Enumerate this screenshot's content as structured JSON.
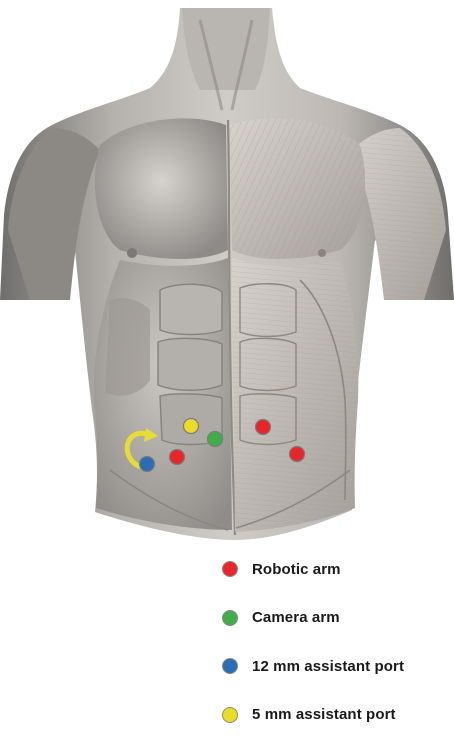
{
  "colors": {
    "robotic": "#e8262a",
    "camera": "#3fae48",
    "assistant12": "#2a6db5",
    "assistant5": "#ecdc25"
  },
  "ports": [
    {
      "type": "robotic",
      "name": "robotic-port-right"
    },
    {
      "type": "robotic",
      "name": "robotic-port-left-upper"
    },
    {
      "type": "robotic",
      "name": "robotic-port-left-lower"
    },
    {
      "type": "camera",
      "name": "camera-port"
    },
    {
      "type": "assistant12",
      "name": "assistant-12mm-port"
    },
    {
      "type": "assistant5",
      "name": "assistant-5mm-port"
    }
  ],
  "legend": [
    {
      "type": "robotic",
      "label": "Robotic arm"
    },
    {
      "type": "camera",
      "label": "Camera arm"
    },
    {
      "type": "assistant12",
      "label": "12 mm assistant port"
    },
    {
      "type": "assistant5",
      "label": "5 mm assistant port"
    }
  ]
}
